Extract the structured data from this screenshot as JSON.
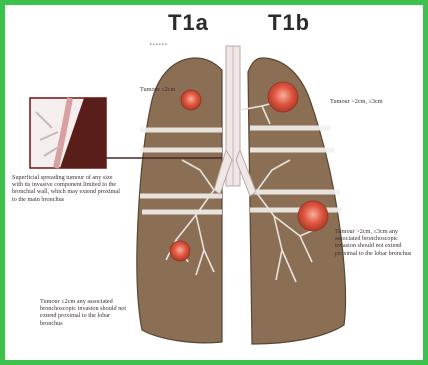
{
  "headings": {
    "t1a": "T1a",
    "t1b": "T1b"
  },
  "labels": {
    "tumour_left_upper": "Tumour ≤2cm",
    "tumour_right_upper": "Tumour >2cm, ≤3cm",
    "superficial": "Superficial spreading tumour of any size with its invasive component limited to the bronchial wall, which may extend proximal to the main bronchus",
    "right_mid": "Tumour >2cm, ≤3cm any associated bronchoscopic invasion should not extend proximal to the lobar bronchus",
    "left_lower": "Tumour ≤2cm any associated bronchoscopic invasion should not extend proximal to the lobar bronchus"
  },
  "colors": {
    "border": "#3cc24a",
    "lung": "#8a6f55",
    "tumour": "#e0553f",
    "airway": "#efe6e6"
  }
}
